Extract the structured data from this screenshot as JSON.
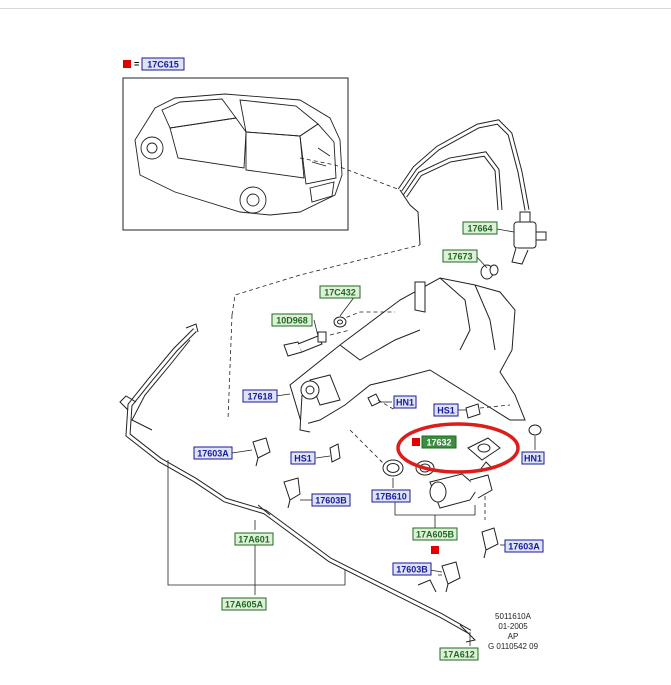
{
  "legend": {
    "part": "17C615",
    "marker_color": "#e00000"
  },
  "labels": [
    {
      "id": "l-17664",
      "text": "17664",
      "fill": "#dff0d8"
    },
    {
      "id": "l-17673",
      "text": "17673",
      "fill": "#dff0d8"
    },
    {
      "id": "l-17C432",
      "text": "17C432",
      "fill": "#dff0d8"
    },
    {
      "id": "l-10D968",
      "text": "10D968",
      "fill": "#dff0d8"
    },
    {
      "id": "l-17618",
      "text": "17618",
      "fill": "#dde4f5"
    },
    {
      "id": "l-HN1a",
      "text": "HN1",
      "fill": "#dde4f5"
    },
    {
      "id": "l-HS1a",
      "text": "HS1",
      "fill": "#dde4f5"
    },
    {
      "id": "l-17632",
      "text": "17632",
      "fill": "#3d8c40"
    },
    {
      "id": "l-HN1b",
      "text": "HN1",
      "fill": "#dde4f5"
    },
    {
      "id": "l-17603A1",
      "text": "17603A",
      "fill": "#dde4f5"
    },
    {
      "id": "l-HS1b",
      "text": "HS1",
      "fill": "#dde4f5"
    },
    {
      "id": "l-17603B1",
      "text": "17603B",
      "fill": "#dde4f5"
    },
    {
      "id": "l-17B610",
      "text": "17B610",
      "fill": "#dde4f5"
    },
    {
      "id": "l-17A601",
      "text": "17A601",
      "fill": "#dff0d8"
    },
    {
      "id": "l-17A605B",
      "text": "17A605B",
      "fill": "#dff0d8"
    },
    {
      "id": "l-17603A2",
      "text": "17603A",
      "fill": "#dde4f5"
    },
    {
      "id": "l-17603B2",
      "text": "17603B",
      "fill": "#dde4f5"
    },
    {
      "id": "l-17A605A",
      "text": "17A605A",
      "fill": "#dff0d8"
    },
    {
      "id": "l-17A612",
      "text": "17A612",
      "fill": "#dff0d8"
    }
  ],
  "footer": {
    "line1": "5011610A",
    "line2": "01-2005",
    "line3": "AP",
    "line4": "G 0110542 09"
  },
  "highlight_color": "#dd1c1c"
}
